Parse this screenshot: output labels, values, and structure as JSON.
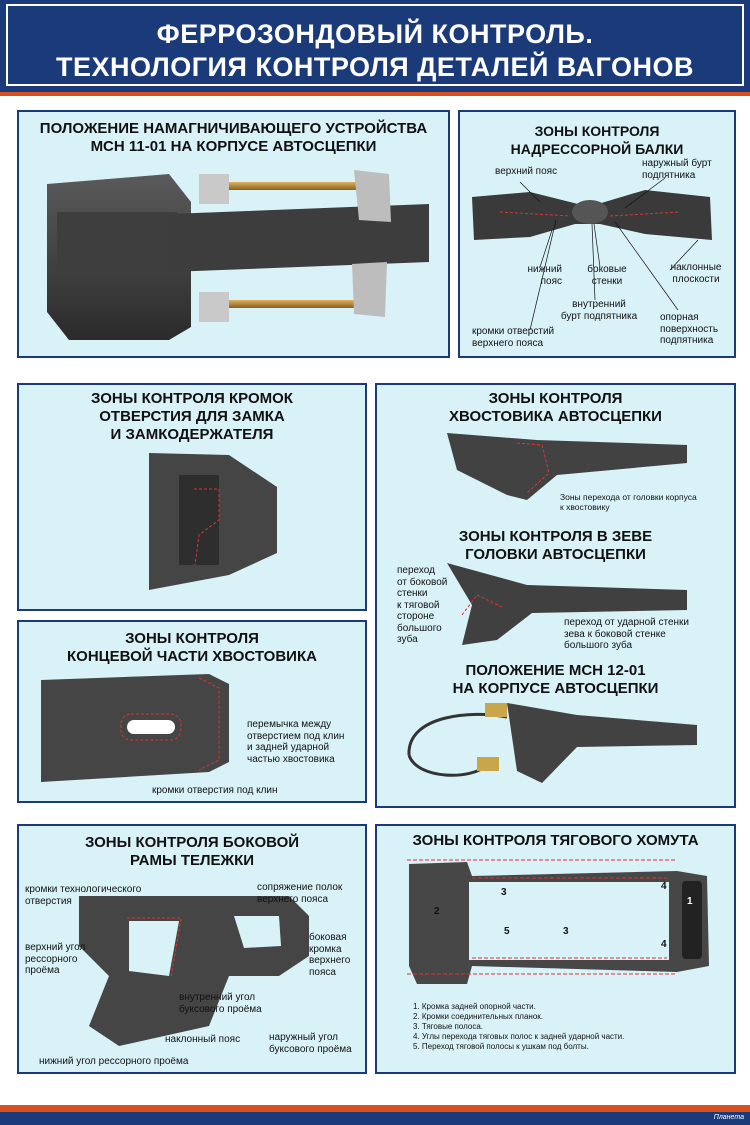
{
  "header": {
    "title_line1": "ФЕРРОЗОНДОВЫЙ КОНТРОЛЬ.",
    "title_line2": "ТЕХНОЛОГИЯ КОНТРОЛЯ ДЕТАЛЕЙ ВАГОНОВ"
  },
  "panel1": {
    "title_line1": "ПОЛОЖЕНИЕ НАМАГНИЧИВАЮЩЕГО УСТРОЙСТВА",
    "title_line2": "МСН 11-01 НА КОРПУСЕ АВТОСЦЕПКИ"
  },
  "panel2": {
    "title_line1": "ЗОНЫ КОНТРОЛЯ",
    "title_line2": "НАДРЕССОРНОЙ БАЛКИ",
    "labels": {
      "upper_belt": "верхний пояс",
      "outer_collar_1": "наружный бурт",
      "outer_collar_2": "подпятника",
      "lower_belt_1": "нижний",
      "lower_belt_2": "пояс",
      "side_walls_1": "боковые",
      "side_walls_2": "стенки",
      "inclined_1": "наклонные",
      "inclined_2": "плоскости",
      "inner_collar_1": "внутренний",
      "inner_collar_2": "бурт подпятника",
      "hole_edges_1": "кромки отверстий",
      "hole_edges_2": "верхнего пояса",
      "support_1": "опорная",
      "support_2": "поверхность",
      "support_3": "подпятника"
    }
  },
  "panel3": {
    "title_line1": "ЗОНЫ КОНТРОЛЯ КРОМОК",
    "title_line2": "ОТВЕРСТИЯ ДЛЯ ЗАМКА",
    "title_line3": "И ЗАМКОДЕРЖАТЕЛЯ"
  },
  "panel4": {
    "title1_line1": "ЗОНЫ КОНТРОЛЯ",
    "title1_line2": "ХВОСТОВИКА АВТОСЦЕПКИ",
    "transition_1": "Зоны перехода от головки корпуса",
    "transition_2": "к хвостовику",
    "title2_line1": "ЗОНЫ КОНТРОЛЯ В ЗЕВЕ",
    "title2_line2": "ГОЛОВКИ АВТОСЦЕПКИ",
    "left_1": "переход",
    "left_2": "от боковой",
    "left_3": "стенки",
    "left_4": "к тяговой",
    "left_5": "стороне",
    "left_6": "большого",
    "left_7": "зуба",
    "right_1": "переход от ударной стенки",
    "right_2": "зева к боковой стенке",
    "right_3": "большого зуба",
    "title3_line1": "ПОЛОЖЕНИЕ МСН 12-01",
    "title3_line2": "НА КОРПУСЕ АВТОСЦЕПКИ"
  },
  "panel5": {
    "title_line1": "ЗОНЫ КОНТРОЛЯ",
    "title_line2": "КОНЦЕВОЙ ЧАСТИ ХВОСТОВИКА",
    "bridge_1": "перемычка между",
    "bridge_2": "отверстием под клин",
    "bridge_3": "и задней ударной",
    "bridge_4": "частью хвостовика",
    "edges": "кромки отверстия под клин"
  },
  "panel6": {
    "title_line1": "ЗОНЫ КОНТРОЛЯ БОКОВОЙ",
    "title_line2": "РАМЫ ТЕЛЕЖКИ",
    "tech_hole_1": "кромки технологического",
    "tech_hole_2": "отверстия",
    "flange_joint_1": "сопряжение полок",
    "flange_joint_2": "верхнего пояса",
    "upper_corner_1": "верхний угол",
    "upper_corner_2": "рессорного",
    "upper_corner_3": "проёма",
    "side_edge_1": "боковая",
    "side_edge_2": "кромка",
    "side_edge_3": "верхнего",
    "side_edge_4": "пояса",
    "inner_corner_1": "внутренний угол",
    "inner_corner_2": "буксового проёма",
    "inclined": "наклонный пояс",
    "outer_corner_1": "наружный угол",
    "outer_corner_2": "буксового проёма",
    "lower_corner": "нижний угол рессорного проёма"
  },
  "panel7": {
    "title": "ЗОНЫ КОНТРОЛЯ ТЯГОВОГО ХОМУТА",
    "numbers": [
      "1",
      "2",
      "3",
      "4",
      "5"
    ],
    "legend": [
      "1. Кромка задней опорной части.",
      "2. Кромки соединительных планок.",
      "3. Тяговые полоса.",
      "4. Углы перехода тяговых полос к задней ударной части.",
      "5. Переход тяговой полосы к ушкам под болты."
    ]
  },
  "footer": {
    "logo": "Планета"
  }
}
